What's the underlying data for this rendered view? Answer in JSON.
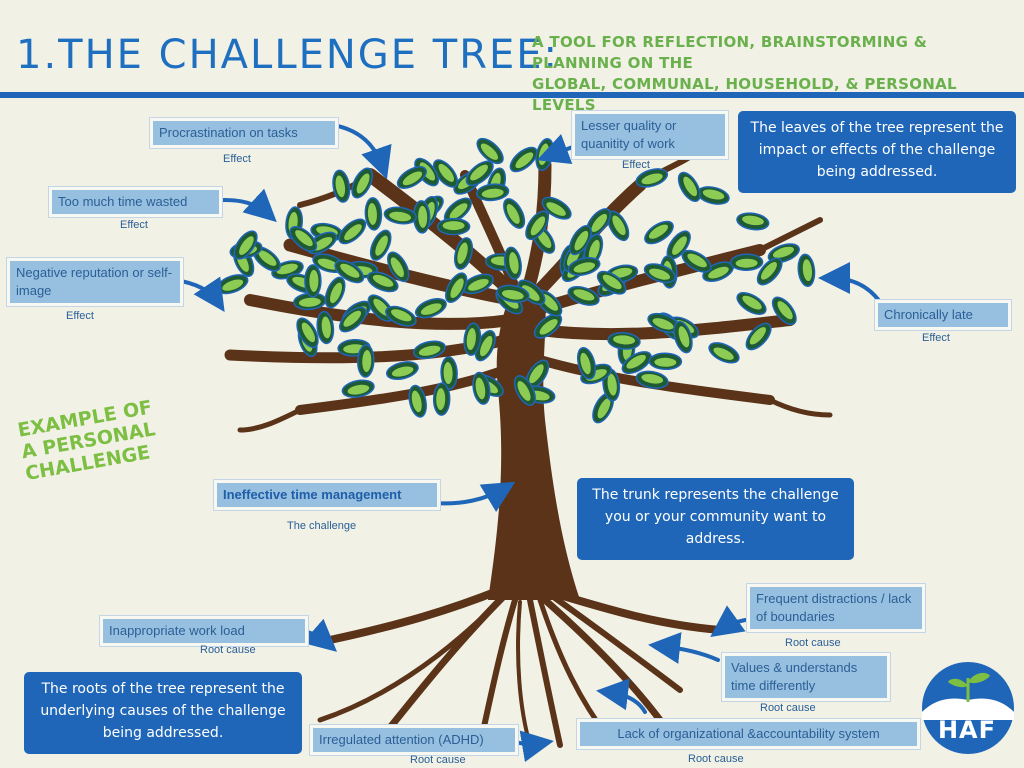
{
  "header": {
    "title": "1.THE CHALLENGE TREE:",
    "subtitle_line1": "A TOOL FOR REFLECTION, BRAINSTORMING & PLANNING ON THE",
    "subtitle_line2": "GLOBAL, COMMUNAL, HOUSEHOLD, & PERSONAL LEVELS"
  },
  "effects": [
    {
      "label": "Procrastination on tasks",
      "caption": "Effect"
    },
    {
      "label": "Lesser quality or quanitity of work",
      "caption": "Effect"
    },
    {
      "label": "Too much time wasted",
      "caption": "Effect"
    },
    {
      "label": "Negative reputation or self-image",
      "caption": "Effect"
    },
    {
      "label": "Chronically late",
      "caption": "Effect"
    }
  ],
  "challenge": {
    "label": "Ineffective time management",
    "caption": "The challenge"
  },
  "root_causes": [
    {
      "label": "Inappropriate work load",
      "caption": "Root cause"
    },
    {
      "label": "Frequent distractions / lack of boundaries",
      "caption": "Root cause"
    },
    {
      "label": "Values & understands time differently",
      "caption": "Root cause"
    },
    {
      "label": "Irregulated attention (ADHD)",
      "caption": "Root cause"
    },
    {
      "label": "Lack of organizational &accountability system",
      "caption": "Root cause"
    }
  ],
  "info": {
    "leaves": "The leaves of the tree represent the impact or effects of the challenge being addressed.",
    "trunk": "The trunk represents the challenge you or your community want to address.",
    "roots": "The roots of the tree represent the underlying causes of the challenge being addressed."
  },
  "example_label": "EXAMPLE OF A PERSONAL CHALLENGE",
  "logo": {
    "text": "HAF"
  },
  "colors": {
    "primary_blue": "#1f66b8",
    "label_blue": "#97bfe0",
    "green": "#7cbf43",
    "trunk_brown": "#5a3318",
    "leaf_dark": "#1e5a34",
    "leaf_light": "#8ccc55",
    "background": "#f1f1e6"
  }
}
